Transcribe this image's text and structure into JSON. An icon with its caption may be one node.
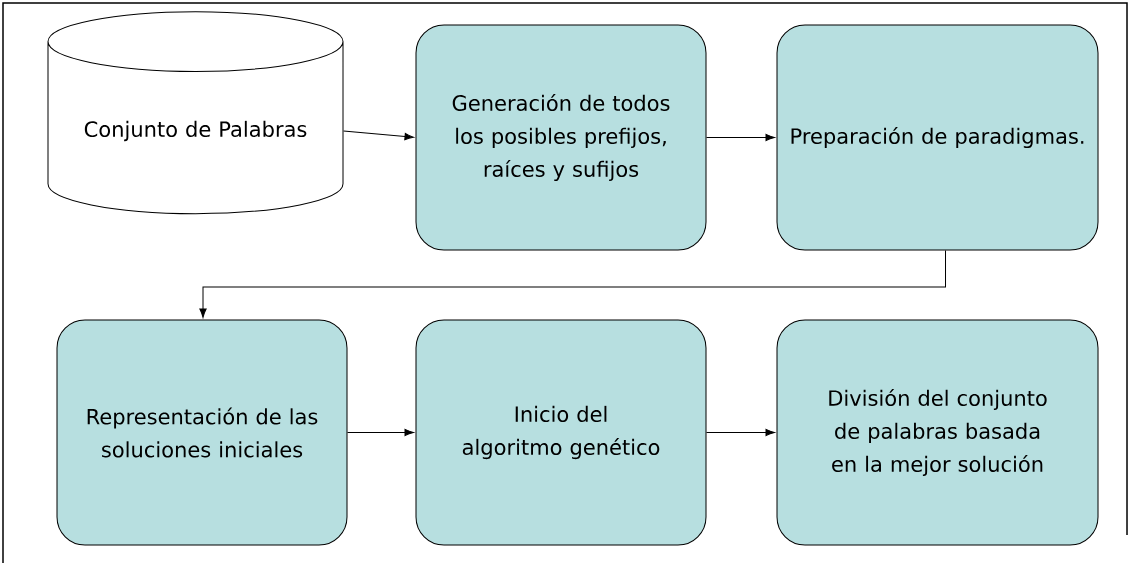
{
  "diagram": {
    "nodes": [
      {
        "text": [
          "Conjunto de Palabras"
        ]
      },
      {
        "text": [
          "Generación de todos los posibles prefijos, raíces y sufijos"
        ]
      },
      {
        "text": [
          "Preparación de paradigmas."
        ]
      },
      {
        "text": [
          "Representación de las soluciones iniciales"
        ]
      },
      {
        "text": [
          "Inicio del algoritmo genético"
        ]
      },
      {
        "text": [
          "División del conjunto de palabras basada en la mejor solución"
        ]
      }
    ],
    "edges": [
      {
        "from": 0,
        "to": 1,
        "arrow": "to"
      },
      {
        "from": 1,
        "to": 2,
        "arrow": "to"
      },
      {
        "from": 2,
        "to": 3,
        "arrow": "to"
      },
      {
        "from": 3,
        "to": 4,
        "arrow": "to"
      },
      {
        "from": 4,
        "to": 5,
        "arrow": "to"
      }
    ]
  }
}
